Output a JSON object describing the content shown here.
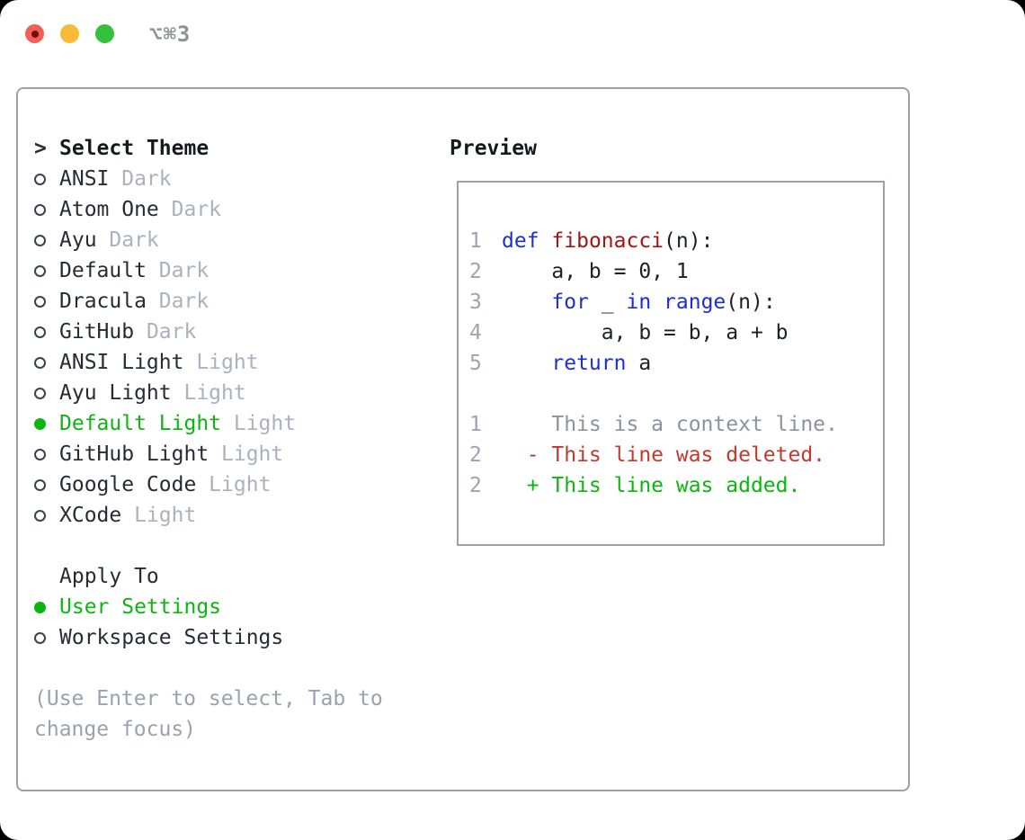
{
  "titlebar": {
    "title": "⌥⌘3",
    "traffic_lights": [
      "close-button",
      "minimize-button",
      "zoom-button"
    ]
  },
  "theme_list": {
    "prompt": ">",
    "title": "Select Theme",
    "items": [
      {
        "name": "ANSI",
        "variant": "Dark",
        "selected": false
      },
      {
        "name": "Atom One",
        "variant": "Dark",
        "selected": false
      },
      {
        "name": "Ayu",
        "variant": "Dark",
        "selected": false
      },
      {
        "name": "Default",
        "variant": "Dark",
        "selected": false
      },
      {
        "name": "Dracula",
        "variant": "Dark",
        "selected": false
      },
      {
        "name": "GitHub",
        "variant": "Dark",
        "selected": false
      },
      {
        "name": "ANSI Light",
        "variant": "Light",
        "selected": false
      },
      {
        "name": "Ayu Light",
        "variant": "Light",
        "selected": false
      },
      {
        "name": "Default Light",
        "variant": "Light",
        "selected": true
      },
      {
        "name": "GitHub Light",
        "variant": "Light",
        "selected": false
      },
      {
        "name": "Google Code",
        "variant": "Light",
        "selected": false
      },
      {
        "name": "XCode",
        "variant": "Light",
        "selected": false
      }
    ]
  },
  "apply_to": {
    "title": "Apply To",
    "options": [
      {
        "name": "User Settings",
        "selected": true
      },
      {
        "name": "Workspace Settings",
        "selected": false
      }
    ]
  },
  "hint_lines": [
    "(Use Enter to select, Tab to",
    "change focus)"
  ],
  "preview": {
    "title": "Preview",
    "code_lines": [
      {
        "num": "1",
        "tokens": [
          {
            "t": "def",
            "s": "kw"
          },
          {
            "t": " ",
            "s": "code"
          },
          {
            "t": "fibonacci",
            "s": "fn"
          },
          {
            "t": "(n):",
            "s": "code"
          }
        ]
      },
      {
        "num": "2",
        "tokens": [
          {
            "t": "    a, b = 0, 1",
            "s": "code"
          }
        ]
      },
      {
        "num": "3",
        "tokens": [
          {
            "t": "    ",
            "s": "code"
          },
          {
            "t": "for",
            "s": "kw"
          },
          {
            "t": " _ ",
            "s": "code"
          },
          {
            "t": "in",
            "s": "kw"
          },
          {
            "t": " ",
            "s": "code"
          },
          {
            "t": "range",
            "s": "kw"
          },
          {
            "t": "(n):",
            "s": "code"
          }
        ]
      },
      {
        "num": "4",
        "tokens": [
          {
            "t": "        a, b = b, a + b",
            "s": "code"
          }
        ]
      },
      {
        "num": "5",
        "tokens": [
          {
            "t": "    ",
            "s": "code"
          },
          {
            "t": "return",
            "s": "kw"
          },
          {
            "t": " a",
            "s": "code"
          }
        ]
      },
      {
        "num": "",
        "tokens": []
      },
      {
        "num": "1",
        "tokens": [
          {
            "t": "    This is a context line.",
            "s": "ctx"
          }
        ]
      },
      {
        "num": "2",
        "tokens": [
          {
            "t": "  - This line was deleted.",
            "s": "del"
          }
        ]
      },
      {
        "num": "2",
        "tokens": [
          {
            "t": "  + This line was added.",
            "s": "add"
          }
        ]
      }
    ]
  },
  "colors": {
    "accent_green": "#0db511",
    "keyword_blue": "#1e2ed6",
    "function_red": "#a31515",
    "deleted_red": "#c13a2b",
    "added_green": "#0db511",
    "context_gray": "#8a949e",
    "line_number_gray": "#9aa5b2",
    "text_dark": "#262c33",
    "muted_gray": "#a9b2be",
    "hint_gray": "#99a3ae",
    "border_gray": "#9aa3ad",
    "radio_ring": "#3a424c",
    "titlebar_gray": "#8e9297",
    "traffic_red": "#f25f58",
    "traffic_red_dot": "#6b120b",
    "traffic_yellow": "#f7bb37",
    "traffic_green": "#35c13e"
  }
}
